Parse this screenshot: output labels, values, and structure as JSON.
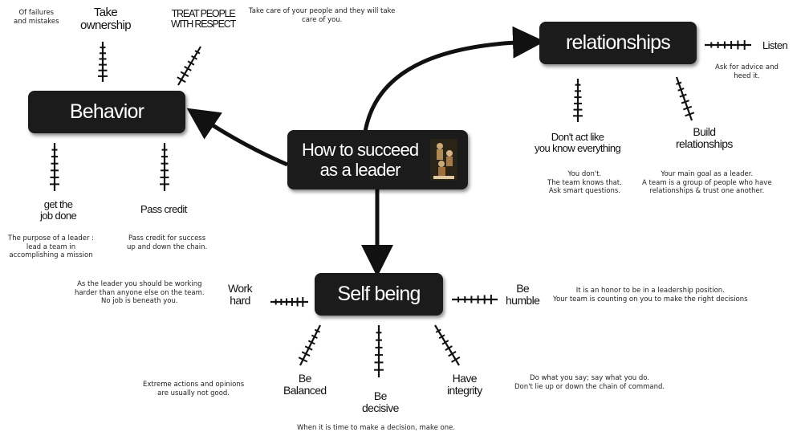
{
  "center": {
    "title": "How to succeed\nas a leader",
    "icon": "leader-figures-icon"
  },
  "main_nodes": {
    "behavior": "Behavior",
    "relationships": "relationships",
    "self_being": "Self being"
  },
  "behavior": {
    "take_ownership": {
      "label": "Take\nownership",
      "note": "Of failures\nand mistakes"
    },
    "treat_people": {
      "label": "TREAT PEOPLE\nWITH RESPECT",
      "note": "Take care of your people and they will take\ncare of you."
    },
    "get_job_done": {
      "label": "get the\njob done",
      "note": "The purpose of a leader :\nlead a team in\naccomplishing a mission"
    },
    "pass_credit": {
      "label": "Pass credit",
      "note": "Pass credit for success\nup and down the chain."
    }
  },
  "relationships": {
    "listen": {
      "label": "Listen",
      "note": "Ask for advice and\nheed it."
    },
    "dont_act": {
      "label": "Don't act like\nyou know everything",
      "note": "You don't.\nThe team knows that.\nAsk smart questions."
    },
    "build": {
      "label": "Build\nrelationships",
      "note": "Your main goal as a leader.\nA team is a group of people who have\nrelationships & trust one another."
    }
  },
  "self_being": {
    "work_hard": {
      "label": "Work\nhard",
      "note": "As the leader you should be working\nharder than anyone else on the team.\nNo job is beneath you."
    },
    "be_humble": {
      "label": "Be\nhumble",
      "note": "It is an honor to be in a leadership position.\nYour team is counting on you to make the right decisions"
    },
    "be_balanced": {
      "label": "Be\nBalanced",
      "note": "Extreme actions and opinions\nare usually not good."
    },
    "be_decisive": {
      "label": "Be\ndecisive",
      "note": "When it is time to make a decision, make one."
    },
    "have_integrity": {
      "label": "Have\nintegrity",
      "note": "Do what you say; say what you do.\nDon't lie up or down the chain of command."
    }
  },
  "colors": {
    "node_fill": "#1b1b1b",
    "node_text": "#ffffff",
    "ink": "#111111"
  }
}
